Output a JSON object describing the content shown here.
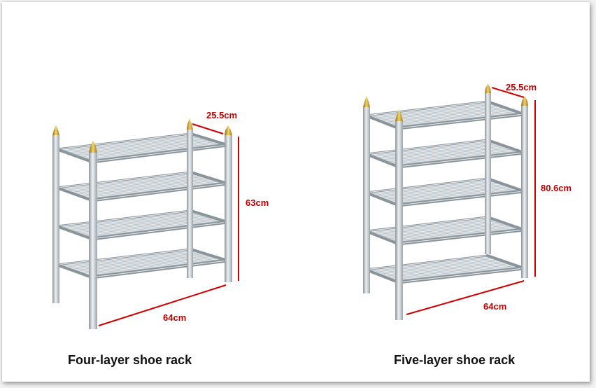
{
  "colors": {
    "dimension_text": "#c00000",
    "dimension_line": "#d00000",
    "steel_light": "#e9edf0",
    "steel_mid": "#b8c0c6",
    "steel_dark": "#8a949b",
    "brass": "#c8a43c"
  },
  "racks": [
    {
      "caption": "Four-layer shoe rack",
      "depth": "25.5cm",
      "height": "63cm",
      "width": "64cm",
      "layers": 4
    },
    {
      "caption": "Five-layer shoe rack",
      "depth": "25.5cm",
      "height": "80.6cm",
      "width": "64cm",
      "layers": 5
    }
  ]
}
